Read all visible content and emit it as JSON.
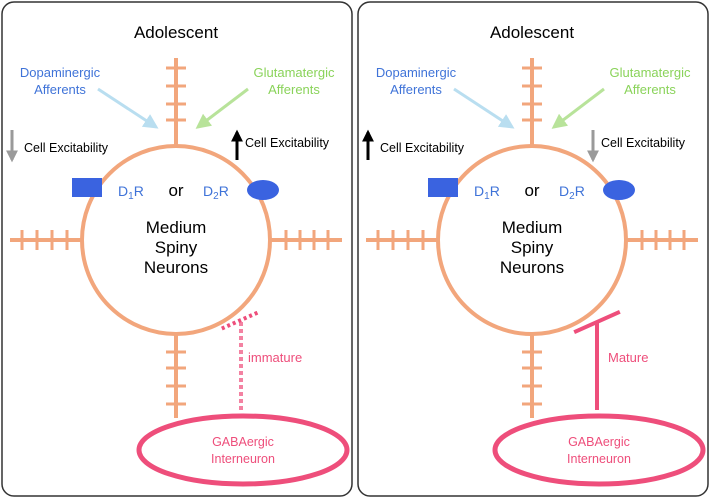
{
  "colors": {
    "neuron": "#f2a67c",
    "d1_receptor": "#3a63e0",
    "d2_receptor": "#3a63e0",
    "dopamine_arrow": "#b9def0",
    "glutamate_arrow": "#b8e39a",
    "dopamine_text": "#3f73d8",
    "glutamate_text": "#8ad35a",
    "gaba": "#ee4e7b",
    "arrow_up": "#000000",
    "arrow_down": "#9a9a9a",
    "label": "#000000",
    "receptor_label": "#3f73d8"
  },
  "panels": [
    {
      "title": "Adolescent",
      "dopaminergic": [
        "Dopaminergic",
        "Afferents"
      ],
      "glutamatergic": [
        "Glutamatergic",
        "Afferents"
      ],
      "left_excitability": {
        "direction": "down",
        "label": "Cell Excitability"
      },
      "right_excitability": {
        "direction": "up",
        "label": "Cell Excitability"
      },
      "receptor_d1": "D",
      "receptor_d1_sub": "1",
      "receptor_d1_suffix": "R",
      "receptor_or": "or",
      "receptor_d2": "D",
      "receptor_d2_sub": "2",
      "receptor_d2_suffix": "R",
      "neuron_label": [
        "Medium",
        "Spiny",
        "Neurons"
      ],
      "synapse_label": "immature",
      "synapse_state": "immature",
      "interneuron_label": [
        "GABAergic",
        "Interneuron"
      ]
    },
    {
      "title": "Adolescent",
      "dopaminergic": [
        "Dopaminergic",
        "Afferents"
      ],
      "glutamatergic": [
        "Glutamatergic",
        "Afferents"
      ],
      "left_excitability": {
        "direction": "up",
        "label": "Cell Excitability"
      },
      "right_excitability": {
        "direction": "down",
        "label": "Cell Excitability"
      },
      "receptor_d1": "D",
      "receptor_d1_sub": "1",
      "receptor_d1_suffix": "R",
      "receptor_or": "or",
      "receptor_d2": "D",
      "receptor_d2_sub": "2",
      "receptor_d2_suffix": "R",
      "neuron_label": [
        "Medium",
        "Spiny",
        "Neurons"
      ],
      "synapse_label": "Mature",
      "synapse_state": "mature",
      "interneuron_label": [
        "GABAergic",
        "Interneuron"
      ]
    }
  ]
}
